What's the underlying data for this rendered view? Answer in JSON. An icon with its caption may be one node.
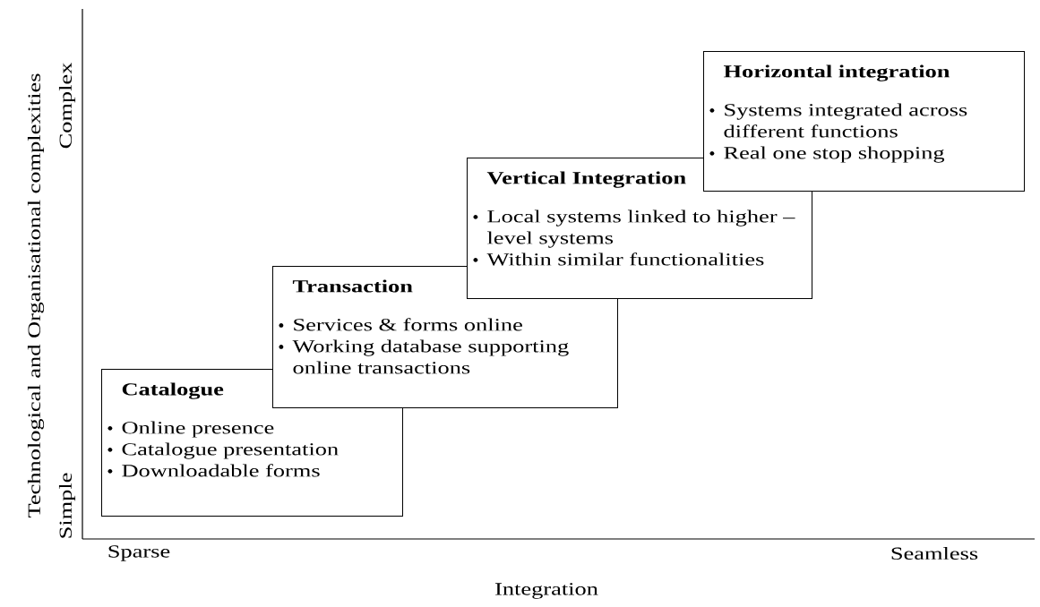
{
  "diagram": {
    "nodes": [
      {
        "text": [
          "Catalogue",
          "Online presence",
          "Catalogue presentation",
          "Downloadable forms"
        ]
      },
      {
        "text": [
          "Transaction",
          "Services & forms online",
          "Working database supporting online transactions"
        ]
      },
      {
        "text": [
          "Vertical Integration",
          "Local systems linked to higher – level systems",
          "Within similar functionalities"
        ]
      },
      {
        "text": [
          "Horizontal integration",
          "Systems integrated across different functions",
          "Real one stop shopping"
        ]
      }
    ],
    "edges": [],
    "labels": [
      "Technological and Organisational complexities",
      "Complex",
      "Simple",
      "Sparse",
      "Seamless",
      "Integration"
    ]
  }
}
